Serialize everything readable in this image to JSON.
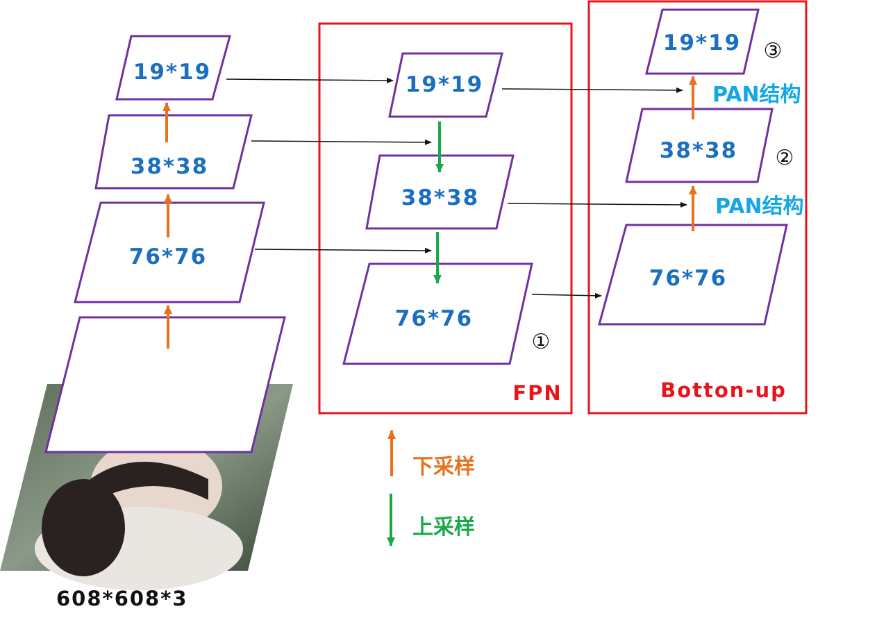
{
  "colors": {
    "parallelogram_stroke": "#7030a0",
    "label_blue": "#1a6fc0",
    "pan_blue": "#14a7e6",
    "box_red": "#e8141c",
    "downsample_orange": "#e8721c",
    "upsample_green": "#1aa84a"
  },
  "backbone": {
    "levels": [
      "19*19",
      "38*38",
      "76*76"
    ],
    "input_label": "608*608*3"
  },
  "fpn": {
    "title": "FPN",
    "levels": [
      "19*19",
      "38*38",
      "76*76"
    ],
    "marker": "①"
  },
  "bottom_up": {
    "title": "Botton-up",
    "levels": [
      "19*19",
      "38*38",
      "76*76"
    ],
    "markers": [
      "③",
      "②"
    ],
    "pan_labels": [
      "PAN结构",
      "PAN结构"
    ]
  },
  "legend": {
    "downsample": "下采样",
    "upsample": "上采样"
  },
  "icons": [
    "photo-placeholder",
    "arrow-up-icon",
    "arrow-down-icon",
    "arrow-right-icon"
  ]
}
